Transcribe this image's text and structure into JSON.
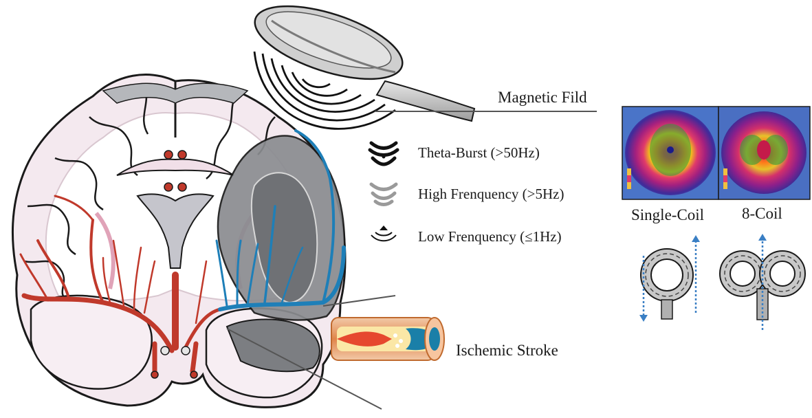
{
  "labels": {
    "magnetic_field": "Magnetic Fild",
    "ischemic_stroke": "Ischemic Stroke",
    "single_coil": "Single-Coil",
    "eight_coil": "8-Coil"
  },
  "legend": [
    {
      "text": "Theta-Burst (>50Hz)",
      "icon": "theta-burst-wave-icon",
      "color": "#111111"
    },
    {
      "text": "High Frenquency (>5Hz)",
      "icon": "high-frequency-wave-icon",
      "color": "#9a9a9a"
    },
    {
      "text": "Low Frenquency (≤1Hz)",
      "icon": "low-frequency-wave-icon",
      "color": "#111111"
    }
  ],
  "colors": {
    "artery": "#c0392b",
    "ischemic_vessel": "#1e7fb8",
    "brain_tissue": "#f4e9ef",
    "infarct_zone": "#8a8c90",
    "coil": "#c8c8c8",
    "current_arrow": "#3a7fc4"
  }
}
